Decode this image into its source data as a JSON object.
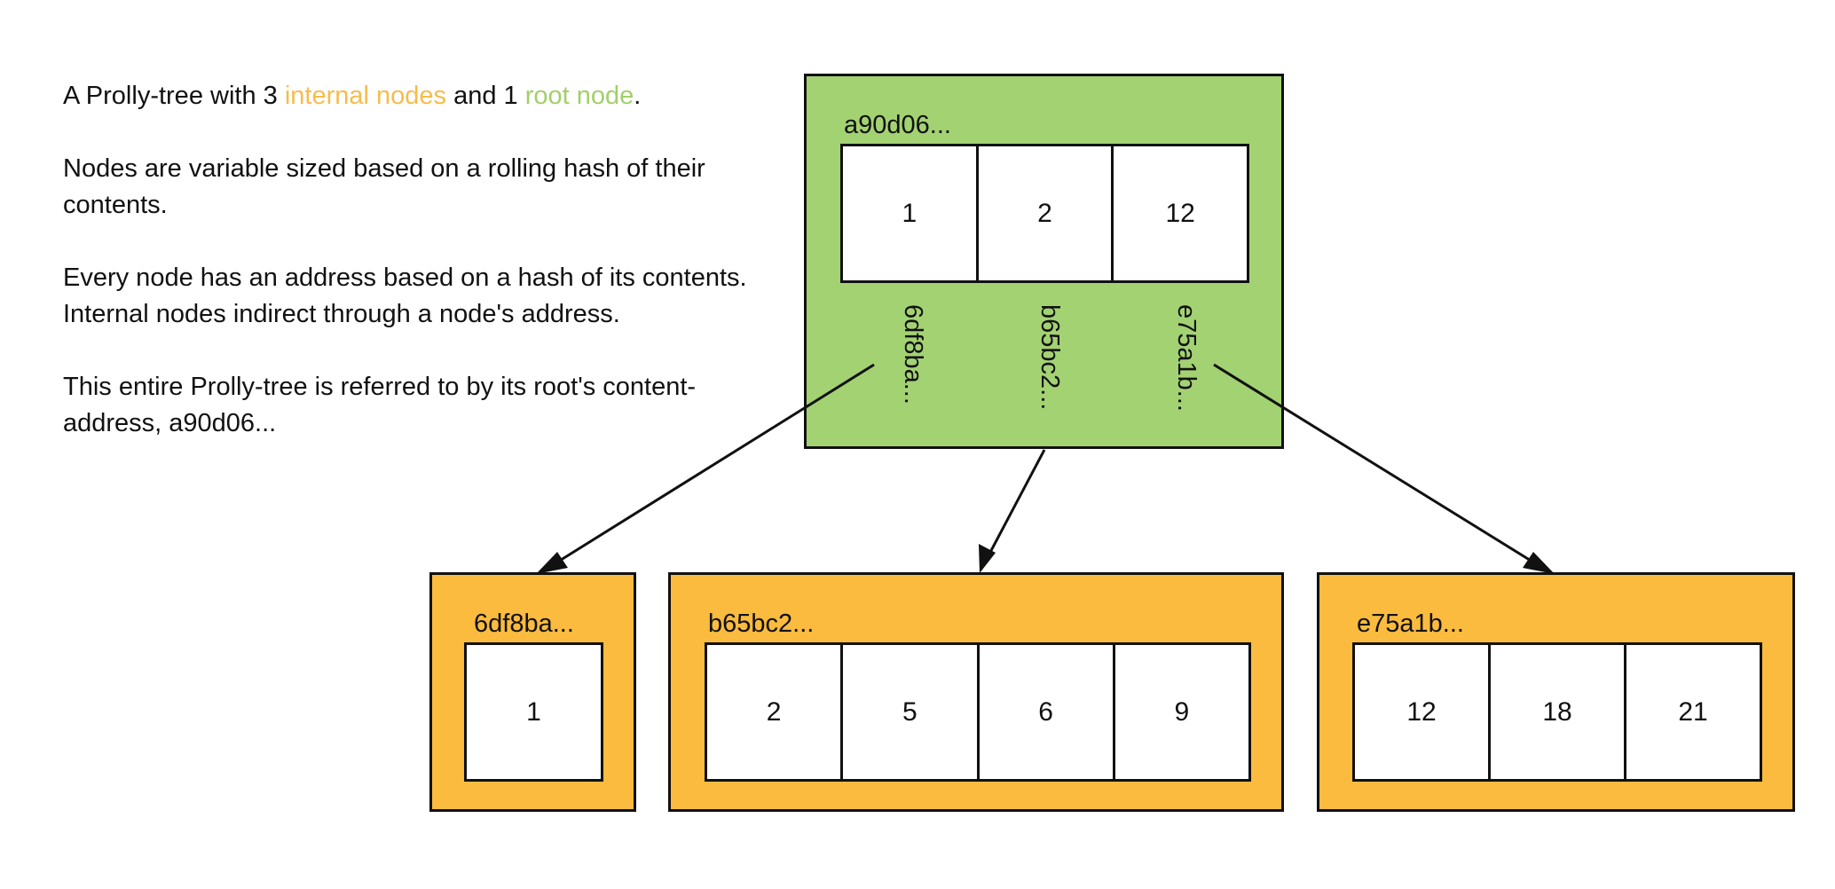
{
  "description": {
    "line1": {
      "prefix": "A Prolly-tree with 3 ",
      "internal": "internal nodes",
      "middle": " and 1 ",
      "root": "root node",
      "suffix": "."
    },
    "para2": "Nodes are variable sized based on a rolling hash of their contents.",
    "para3": "Every node has an address based on a hash of its contents. Internal nodes indirect through a node's address.",
    "para4": "This entire Prolly-tree is referred to by its root's content-address, a90d06..."
  },
  "root": {
    "address": "a90d06...",
    "keys": [
      "1",
      "2",
      "12"
    ],
    "pointers": [
      "6df8ba...",
      "b65bc2...",
      "e75a1b..."
    ]
  },
  "internal_nodes": [
    {
      "address": "6df8ba...",
      "keys": [
        "1"
      ]
    },
    {
      "address": "b65bc2...",
      "keys": [
        "2",
        "5",
        "6",
        "9"
      ]
    },
    {
      "address": "e75a1b...",
      "keys": [
        "12",
        "18",
        "21"
      ]
    }
  ],
  "colors": {
    "root_fill": "#a3d273",
    "internal_fill": "#fabb3f",
    "highlight_internal": "#f5bd4c",
    "highlight_root": "#a3cf6a",
    "stroke": "#111111"
  }
}
